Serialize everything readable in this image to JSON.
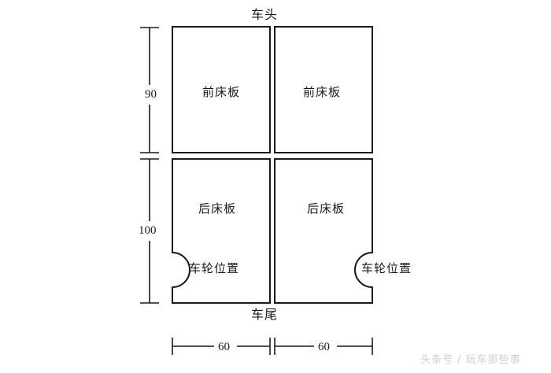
{
  "diagram": {
    "title_top": "车头",
    "title_bottom": "车尾",
    "panels": [
      {
        "id": "front-left",
        "label": "前床板"
      },
      {
        "id": "front-right",
        "label": "前床板"
      },
      {
        "id": "rear-left",
        "label": "后床板"
      },
      {
        "id": "rear-right",
        "label": "后床板"
      }
    ],
    "wheel_positions": [
      {
        "id": "wheel-left",
        "label": "车轮位置"
      },
      {
        "id": "wheel-right",
        "label": "车轮位置"
      }
    ],
    "dimensions": {
      "vertical": [
        {
          "id": "dim-90",
          "value": "90"
        },
        {
          "id": "dim-100",
          "value": "100"
        }
      ],
      "horizontal": [
        {
          "id": "dim-60-left",
          "value": "60"
        },
        {
          "id": "dim-60-right",
          "value": "60"
        }
      ]
    },
    "colors": {
      "stroke": "#1a1a1a",
      "background": "#ffffff",
      "watermark": "#cfcfcf"
    }
  },
  "watermark": {
    "text": "头条号 / 玩车那些事"
  }
}
